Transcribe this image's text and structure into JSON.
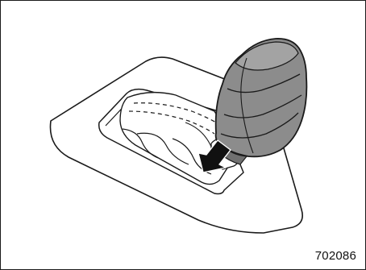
{
  "figure": {
    "code": "702086",
    "colors": {
      "line": "#1a1a1a",
      "knob_fill": "#8c8c8c",
      "knob_band": "#707070",
      "arrow_fill": "#111111",
      "background": "#ffffff"
    },
    "icons": [
      "shift-knob",
      "push-down-arrow"
    ]
  }
}
